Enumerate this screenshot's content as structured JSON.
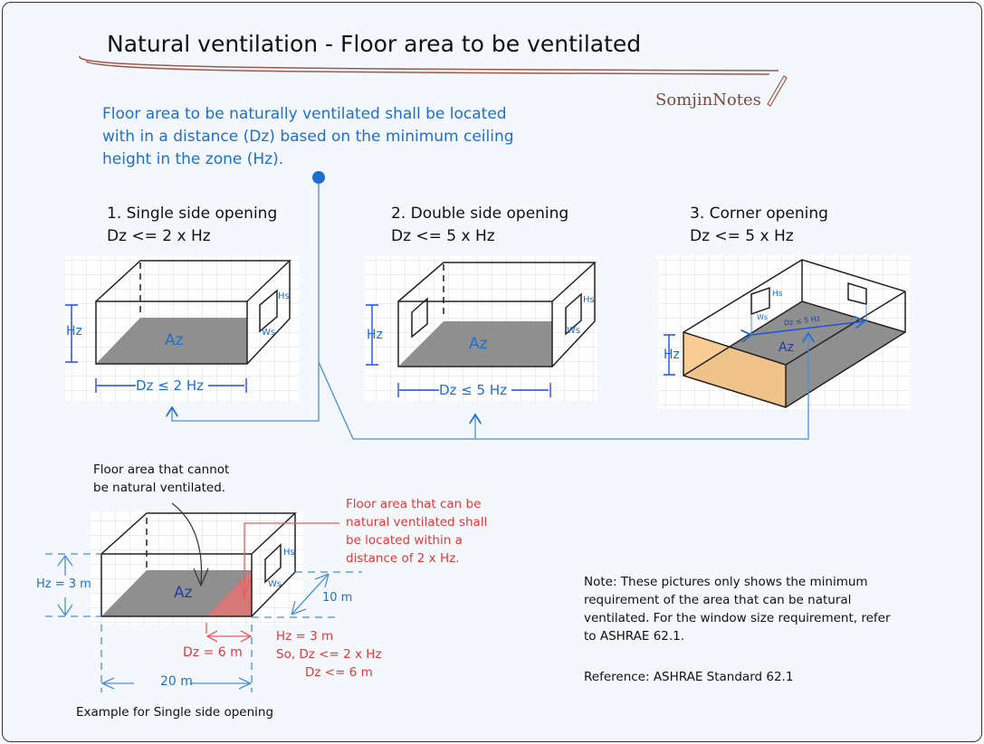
{
  "title": "Natural ventilation - Floor area to be ventilated",
  "logo": "SomjinNotes",
  "intro": [
    "Floor area to be naturally ventilated shall be located",
    "with in a distance (Dz) based on the minimum ceiling",
    "height in the zone (Hz)."
  ],
  "sections": [
    {
      "heading": "1. Single side opening",
      "rule": "Dz <= 2 x Hz",
      "dim": "Dz ≤ 2 Hz"
    },
    {
      "heading": "2. Double side opening",
      "rule": "Dz <= 5 x Hz",
      "dim": "Dz ≤ 5 Hz"
    },
    {
      "heading": "3. Corner opening",
      "rule": "Dz <= 5 x Hz",
      "dim": "Dz ≤ 5 Hz"
    }
  ],
  "labels": {
    "hz": "Hz",
    "az": "Az",
    "hs": "Hs",
    "ws": "Ws"
  },
  "example": {
    "cannot": [
      "Floor area that cannot",
      "be natural ventilated."
    ],
    "can": [
      "Floor area that can be",
      "natural ventilated shall",
      "be located within a",
      "distance of 2 x Hz."
    ],
    "hz": "Hz = 3 m",
    "depth": "10 m",
    "dz": "Dz = 6 m",
    "width": "20 m",
    "calc": [
      "Hz = 3 m",
      "So, Dz <= 2 x Hz",
      "Dz <= 6 m"
    ],
    "caption": "Example for Single side opening"
  },
  "note": [
    "Note: These pictures only shows the minimum",
    "requirement of the area that can be natural",
    "ventilated. For the window size requirement, refer",
    "to ASHRAE 62.1."
  ],
  "reference": "Reference: ASHRAE Standard 62.1",
  "colors": {
    "blue": "#1e6fd0",
    "red": "#e03a3a",
    "orange": "#f9c88a",
    "floor": "#8f8f8f"
  }
}
